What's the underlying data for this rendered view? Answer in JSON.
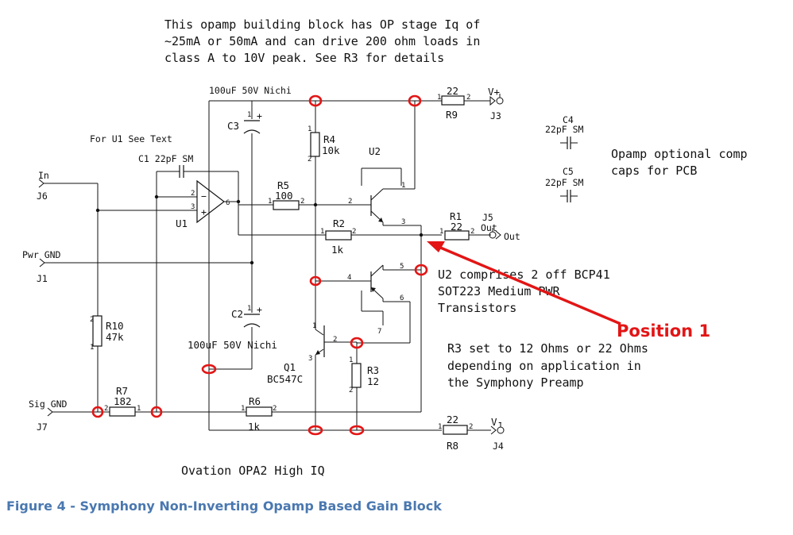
{
  "notes": {
    "header_lines": [
      "This opamp building block has OP stage Iq of",
      "~25mA or 50mA and can drive 200 ohm loads in",
      "class A to 10V peak. See R3 for details"
    ],
    "u1_note": "For U1 See Text",
    "comp_caps_lines": [
      "Opamp optional comp",
      "caps for PCB"
    ],
    "u2_lines": [
      "U2 comprises 2 off BCP41",
      "SOT223 Medium PWR",
      "Transistors"
    ],
    "r3_lines": [
      "R3 set to 12 Ohms or 22 Ohms",
      "depending on application in",
      "the Symphony Preamp"
    ],
    "footer": "Ovation OPA2 High IQ"
  },
  "annotation": {
    "label": "Position 1",
    "color": "#e31515"
  },
  "caption": {
    "text": "Figure 4  - Symphony Non-Inverting Opamp Based Gain Block",
    "color": "#4a78b0"
  },
  "components": {
    "c3": {
      "ref": "C3",
      "value": "100uF 50V Nichi"
    },
    "c2": {
      "ref": "C2",
      "value": "100uF 50V Nichi"
    },
    "c1": {
      "ref": "C1",
      "value": "22pF SM"
    },
    "c4": {
      "ref": "C4",
      "value": "22pF SM"
    },
    "c5": {
      "ref": "C5",
      "value": "22pF SM"
    },
    "r1": {
      "ref": "R1",
      "value": "22"
    },
    "r2": {
      "ref": "R2",
      "value": "1k"
    },
    "r3": {
      "ref": "R3",
      "value": "12"
    },
    "r4": {
      "ref": "R4",
      "value": "10k"
    },
    "r5": {
      "ref": "R5",
      "value": "100"
    },
    "r6": {
      "ref": "R6",
      "value": "1k"
    },
    "r7": {
      "ref": "R7",
      "value": "182"
    },
    "r8": {
      "ref": "R8",
      "value": "22"
    },
    "r9": {
      "ref": "R9",
      "value": "22"
    },
    "r10": {
      "ref": "R10",
      "value": "47k"
    },
    "u1": {
      "ref": "U1"
    },
    "u2": {
      "ref": "U2"
    },
    "q1": {
      "ref": "Q1",
      "value": "BC547C"
    }
  },
  "connectors": {
    "j1": {
      "ref": "J1",
      "name": "Pwr GND"
    },
    "j3": {
      "ref": "J3",
      "name": "V+"
    },
    "j4": {
      "ref": "J4",
      "name": "V-"
    },
    "j5": {
      "ref": "J5",
      "name": "Out",
      "side_label": "Out"
    },
    "j6": {
      "ref": "J6",
      "name": "In"
    },
    "j7": {
      "ref": "J7",
      "name": "Sig GND"
    }
  },
  "pins": [
    "1",
    "2",
    "3",
    "4",
    "5",
    "6",
    "7"
  ],
  "polarity": "+"
}
